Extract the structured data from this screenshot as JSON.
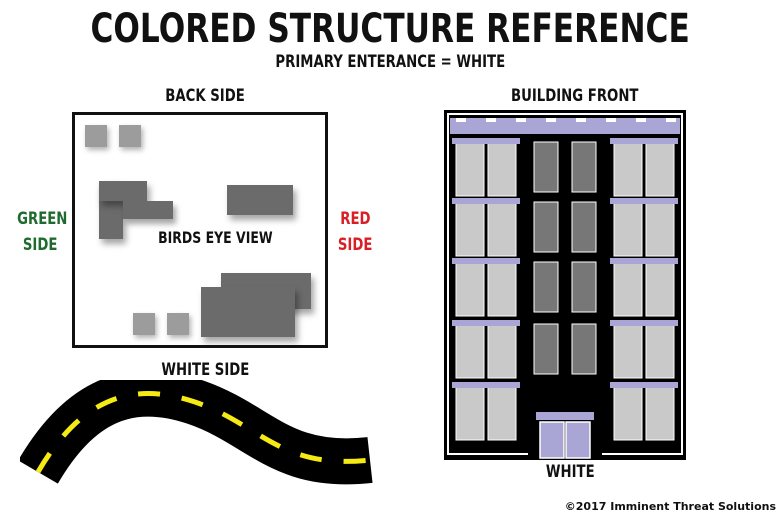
{
  "title": "COLORED STRUCTURE REFERENCE",
  "subtitle": "PRIMARY ENTERANCE = WHITE",
  "birds_eye": {
    "back_label": "BACK SIDE",
    "front_label": "WHITE SIDE",
    "left_label_line1": "GREEN",
    "left_label_line2": "SIDE",
    "right_label_line1": "RED",
    "right_label_line2": "SIDE",
    "center_label": "BIRDS EYE VIEW"
  },
  "building": {
    "top_label": "BUILDING FRONT",
    "bottom_label": "WHITE"
  },
  "colors": {
    "green": "#1f6b2e",
    "red": "#d81f26",
    "road": "#000000",
    "road_dash": "#f5ea14",
    "building_body": "#000000",
    "window_light": "#c9c9c9",
    "window_dark": "#777777",
    "ledge": "#a9a6d6"
  },
  "copyright": "©2017 Imminent Threat Solutions"
}
